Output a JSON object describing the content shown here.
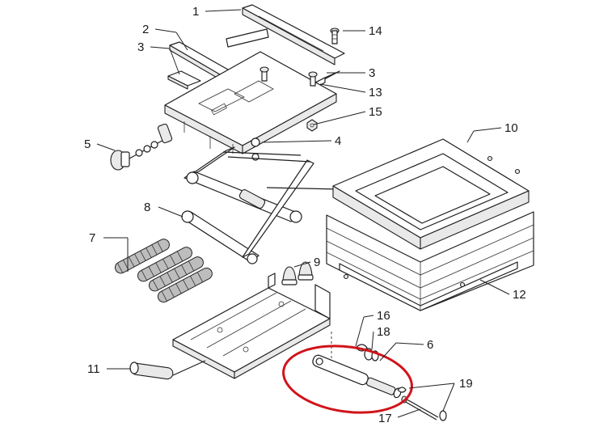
{
  "diagram": {
    "callouts": [
      {
        "id": "c1",
        "label": "1"
      },
      {
        "id": "c2",
        "label": "2"
      },
      {
        "id": "c3a",
        "label": "3"
      },
      {
        "id": "c3b",
        "label": "3"
      },
      {
        "id": "c4",
        "label": "4"
      },
      {
        "id": "c5",
        "label": "5"
      },
      {
        "id": "c6",
        "label": "6"
      },
      {
        "id": "c7",
        "label": "7"
      },
      {
        "id": "c8",
        "label": "8"
      },
      {
        "id": "c9",
        "label": "9"
      },
      {
        "id": "c10",
        "label": "10"
      },
      {
        "id": "c11",
        "label": "11"
      },
      {
        "id": "c12",
        "label": "12"
      },
      {
        "id": "c13",
        "label": "13"
      },
      {
        "id": "c14",
        "label": "14"
      },
      {
        "id": "c15",
        "label": "15"
      },
      {
        "id": "c16",
        "label": "16"
      },
      {
        "id": "c17",
        "label": "17"
      },
      {
        "id": "c18",
        "label": "18"
      },
      {
        "id": "c19",
        "label": "19"
      }
    ],
    "highlight": {
      "color": "#d0141a",
      "target_part": "6"
    }
  }
}
